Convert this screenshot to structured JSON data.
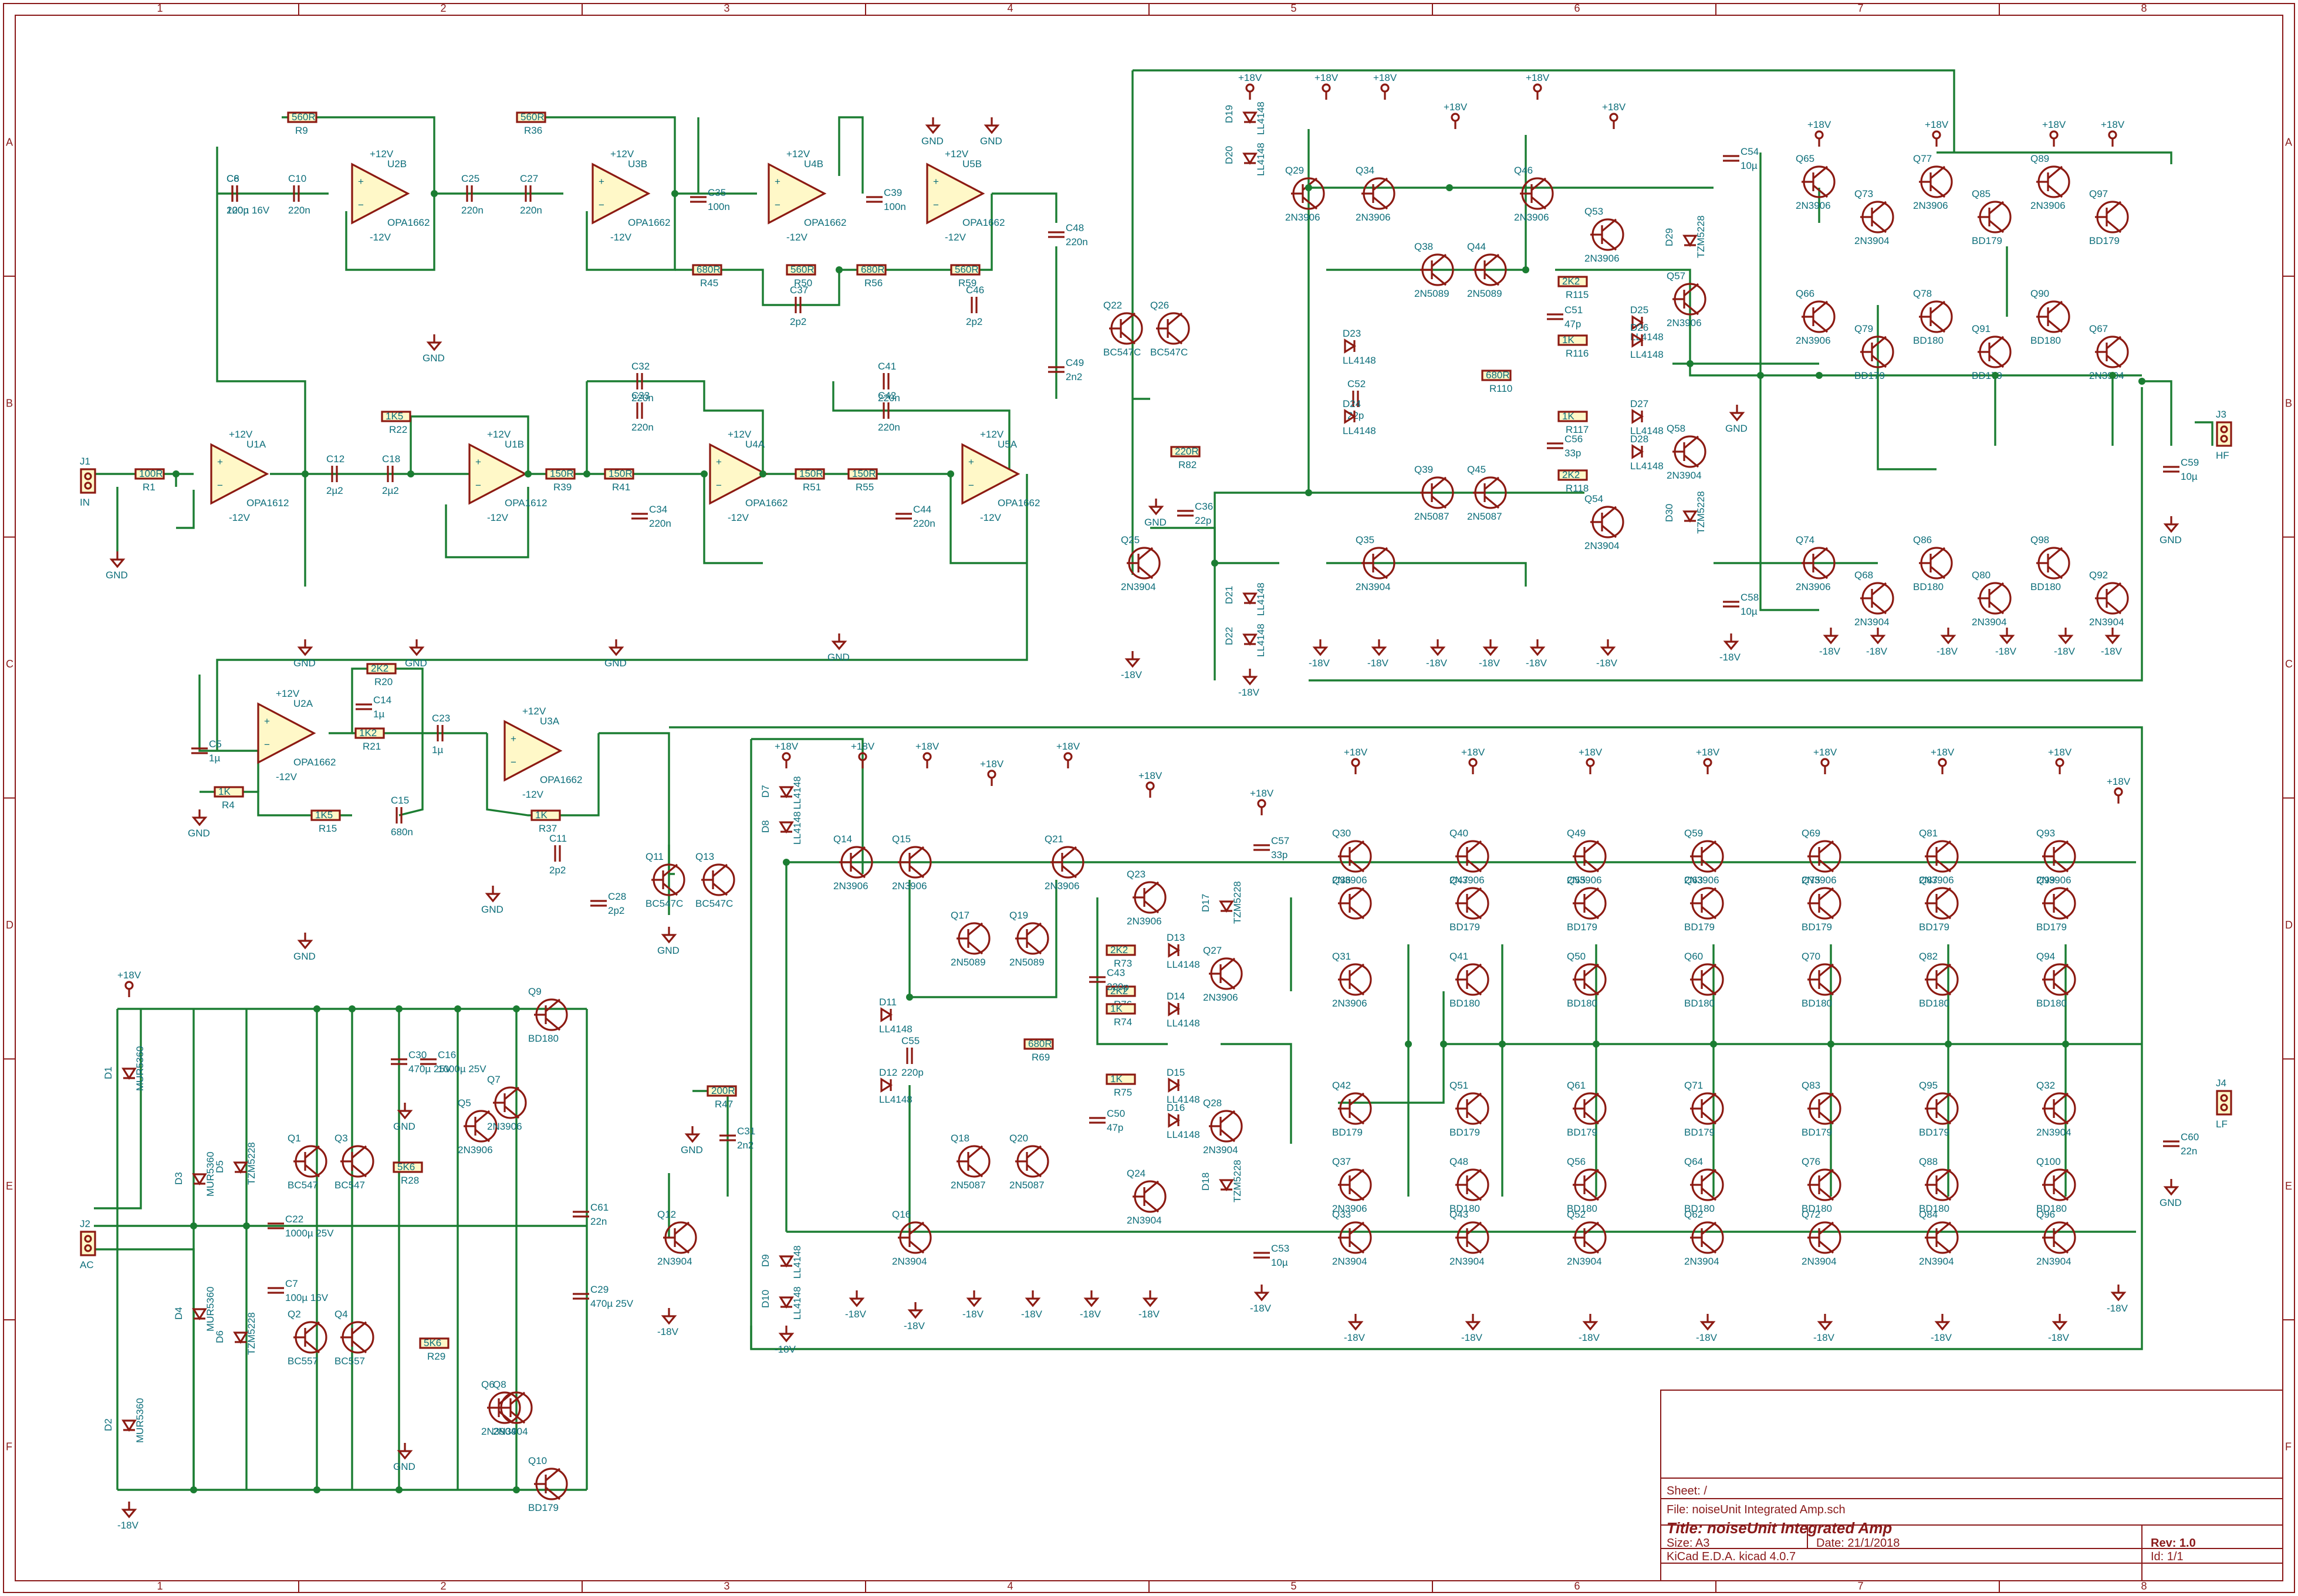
{
  "grid": {
    "columns": [
      "1",
      "2",
      "3",
      "4",
      "5",
      "6",
      "7",
      "8"
    ],
    "rows": [
      "A",
      "B",
      "C",
      "D",
      "E",
      "F"
    ]
  },
  "title_block": {
    "sheet": "Sheet: /",
    "file": "File: noiseUnit Integrated Amp.sch",
    "title": "Title: noiseUnit Integrated Amp",
    "size": "Size: A3",
    "date": "Date: 21/1/2018",
    "rev": "Rev: 1.0",
    "tool": "KiCad E.D.A.  kicad 4.0.7",
    "id": "Id: 1/1"
  },
  "connectors": [
    {
      "ref": "J1",
      "name": "IN"
    },
    {
      "ref": "J2",
      "name": "AC"
    },
    {
      "ref": "J3",
      "name": "HF"
    },
    {
      "ref": "J4",
      "name": "LF"
    }
  ],
  "opamps": [
    {
      "ref": "U1A",
      "value": "OPA1612"
    },
    {
      "ref": "U1B",
      "value": "OPA1612"
    },
    {
      "ref": "U2A",
      "value": "OPA1662"
    },
    {
      "ref": "U2B",
      "value": "OPA1662"
    },
    {
      "ref": "U3A",
      "value": "OPA1662"
    },
    {
      "ref": "U3B",
      "value": "OPA1662"
    },
    {
      "ref": "U4A",
      "value": "OPA1662"
    },
    {
      "ref": "U4B",
      "value": "OPA1662"
    },
    {
      "ref": "U5A",
      "value": "OPA1662"
    },
    {
      "ref": "U5B",
      "value": "OPA1662"
    }
  ],
  "resistors": [
    {
      "ref": "R1",
      "value": "100R"
    },
    {
      "ref": "R9",
      "value": "560R"
    },
    {
      "ref": "R36",
      "value": "560R"
    },
    {
      "ref": "R22",
      "value": "1K5"
    },
    {
      "ref": "R39",
      "value": "150R"
    },
    {
      "ref": "R41",
      "value": "150R"
    },
    {
      "ref": "R51",
      "value": "150R"
    },
    {
      "ref": "R55",
      "value": "150R"
    },
    {
      "ref": "R45",
      "value": "680R"
    },
    {
      "ref": "R50",
      "value": "560R"
    },
    {
      "ref": "R56",
      "value": "680R"
    },
    {
      "ref": "R59",
      "value": "560R"
    },
    {
      "ref": "R20",
      "value": "2K2"
    },
    {
      "ref": "R21",
      "value": "1K2"
    },
    {
      "ref": "R15",
      "value": "1K5"
    },
    {
      "ref": "R4",
      "value": "1K"
    },
    {
      "ref": "R37",
      "value": "1K"
    },
    {
      "ref": "R47",
      "value": "200R"
    },
    {
      "ref": "R69",
      "value": "680R"
    },
    {
      "ref": "R110",
      "value": "680R"
    },
    {
      "ref": "R82",
      "value": "220R"
    },
    {
      "ref": "R28",
      "value": "5K6"
    },
    {
      "ref": "R29",
      "value": "5K6"
    },
    {
      "ref": "R73",
      "value": "2K2"
    },
    {
      "ref": "R76",
      "value": "2K2"
    },
    {
      "ref": "R74",
      "value": "1K"
    },
    {
      "ref": "R75",
      "value": "1K"
    },
    {
      "ref": "R115",
      "value": "2K2"
    },
    {
      "ref": "R116",
      "value": "1K"
    },
    {
      "ref": "R117",
      "value": "1K"
    },
    {
      "ref": "R118",
      "value": "2K2"
    }
  ],
  "capacitors": [
    {
      "ref": "C6",
      "value": "220n"
    },
    {
      "ref": "C10",
      "value": "220n"
    },
    {
      "ref": "C25",
      "value": "220n"
    },
    {
      "ref": "C27",
      "value": "220n"
    },
    {
      "ref": "C35",
      "value": "100n"
    },
    {
      "ref": "C39",
      "value": "100n"
    },
    {
      "ref": "C37",
      "value": "2p2"
    },
    {
      "ref": "C46",
      "value": "2p2"
    },
    {
      "ref": "C48",
      "value": "220n"
    },
    {
      "ref": "C49",
      "value": "2n2"
    },
    {
      "ref": "C12",
      "value": "2µ2"
    },
    {
      "ref": "C18",
      "value": "2µ2"
    },
    {
      "ref": "C32",
      "value": "220n"
    },
    {
      "ref": "C33",
      "value": "220n"
    },
    {
      "ref": "C34",
      "value": "220n"
    },
    {
      "ref": "C41",
      "value": "220n"
    },
    {
      "ref": "C42",
      "value": "220n"
    },
    {
      "ref": "C44",
      "value": "220n"
    },
    {
      "ref": "C5",
      "value": "1µ"
    },
    {
      "ref": "C14",
      "value": "1µ"
    },
    {
      "ref": "C23",
      "value": "1µ"
    },
    {
      "ref": "C15",
      "value": "680n"
    },
    {
      "ref": "C11",
      "value": "2p2"
    },
    {
      "ref": "C28",
      "value": "2p2"
    },
    {
      "ref": "C31",
      "value": "2n2"
    },
    {
      "ref": "C36",
      "value": "22p"
    },
    {
      "ref": "C52",
      "value": "22p"
    },
    {
      "ref": "C55",
      "value": "220p"
    },
    {
      "ref": "C43",
      "value": "220p"
    },
    {
      "ref": "C50",
      "value": "47p"
    },
    {
      "ref": "C51",
      "value": "47p"
    },
    {
      "ref": "C56",
      "value": "33p"
    },
    {
      "ref": "C57",
      "value": "33p"
    },
    {
      "ref": "C53",
      "value": "10µ"
    },
    {
      "ref": "C54",
      "value": "10µ"
    },
    {
      "ref": "C58",
      "value": "10µ"
    },
    {
      "ref": "C59",
      "value": "10µ"
    },
    {
      "ref": "C60",
      "value": "22n"
    },
    {
      "ref": "C61",
      "value": "22n"
    },
    {
      "ref": "C29",
      "value": "470µ 25V"
    },
    {
      "ref": "C30",
      "value": "470µ 25V"
    },
    {
      "ref": "C16",
      "value": "1000µ 25V"
    },
    {
      "ref": "C22",
      "value": "1000µ 25V"
    },
    {
      "ref": "C7",
      "value": "100µ 16V"
    },
    {
      "ref": "C8",
      "value": "100µ 16V"
    }
  ],
  "transistors": [
    {
      "ref": "Q22",
      "value": "BC547C"
    },
    {
      "ref": "Q26",
      "value": "BC547C"
    },
    {
      "ref": "Q11",
      "value": "BC547C"
    },
    {
      "ref": "Q13",
      "value": "BC547C"
    },
    {
      "ref": "Q25",
      "value": "2N3904"
    },
    {
      "ref": "Q12",
      "value": "2N3904"
    },
    {
      "ref": "Q29",
      "value": "2N3906"
    },
    {
      "ref": "Q34",
      "value": "2N3906"
    },
    {
      "ref": "Q46",
      "value": "2N3906"
    },
    {
      "ref": "Q53",
      "value": "2N3906"
    },
    {
      "ref": "Q38",
      "value": "2N5089"
    },
    {
      "ref": "Q44",
      "value": "2N5089"
    },
    {
      "ref": "Q39",
      "value": "2N5087"
    },
    {
      "ref": "Q45",
      "value": "2N5087"
    },
    {
      "ref": "Q35",
      "value": "2N3904"
    },
    {
      "ref": "Q54",
      "value": "2N3904"
    },
    {
      "ref": "Q57",
      "value": "2N3906"
    },
    {
      "ref": "Q58",
      "value": "2N3904"
    },
    {
      "ref": "Q14",
      "value": "2N3906"
    },
    {
      "ref": "Q15",
      "value": "2N3906"
    },
    {
      "ref": "Q21",
      "value": "2N3906"
    },
    {
      "ref": "Q17",
      "value": "2N5089"
    },
    {
      "ref": "Q19",
      "value": "2N5089"
    },
    {
      "ref": "Q18",
      "value": "2N5087"
    },
    {
      "ref": "Q20",
      "value": "2N5087"
    },
    {
      "ref": "Q16",
      "value": "2N3904"
    },
    {
      "ref": "Q23",
      "value": "2N3906"
    },
    {
      "ref": "Q24",
      "value": "2N3904"
    },
    {
      "ref": "Q27",
      "value": "2N3906"
    },
    {
      "ref": "Q28",
      "value": "2N3904"
    },
    {
      "ref": "Q1",
      "value": "BC547"
    },
    {
      "ref": "Q3",
      "value": "BC547"
    },
    {
      "ref": "Q2",
      "value": "BC557"
    },
    {
      "ref": "Q4",
      "value": "BC557"
    },
    {
      "ref": "Q5",
      "value": "2N3906"
    },
    {
      "ref": "Q6",
      "value": "2N3904"
    },
    {
      "ref": "Q7",
      "value": "2N3906"
    },
    {
      "ref": "Q8",
      "value": "2N3904"
    },
    {
      "ref": "Q9",
      "value": "BD180"
    },
    {
      "ref": "Q10",
      "value": "BD179"
    }
  ],
  "diodes": [
    {
      "ref": "D1",
      "value": "MUR5360"
    },
    {
      "ref": "D2",
      "value": "MUR5360"
    },
    {
      "ref": "D3",
      "value": "MUR5360"
    },
    {
      "ref": "D4",
      "value": "MUR5360"
    },
    {
      "ref": "D5",
      "value": "TZM5228"
    },
    {
      "ref": "D6",
      "value": "TZM5228"
    },
    {
      "ref": "D17",
      "value": "TZM5228"
    },
    {
      "ref": "D18",
      "value": "TZM5228"
    },
    {
      "ref": "D29",
      "value": "TZM5228"
    },
    {
      "ref": "D30",
      "value": "TZM5228"
    },
    {
      "ref": "D19",
      "value": "LL4148"
    },
    {
      "ref": "D20",
      "value": "LL4148"
    },
    {
      "ref": "D21",
      "value": "LL4148"
    },
    {
      "ref": "D22",
      "value": "LL4148"
    },
    {
      "ref": "D23",
      "value": "LL4148"
    },
    {
      "ref": "D24",
      "value": "LL4148"
    },
    {
      "ref": "D25",
      "value": "LL4148"
    },
    {
      "ref": "D26",
      "value": "LL4148"
    },
    {
      "ref": "D27",
      "value": "LL4148"
    },
    {
      "ref": "D28",
      "value": "LL4148"
    },
    {
      "ref": "D7",
      "value": "LL4148"
    },
    {
      "ref": "D8",
      "value": "LL4148"
    },
    {
      "ref": "D9",
      "value": "LL4148"
    },
    {
      "ref": "D10",
      "value": "LL4148"
    },
    {
      "ref": "D11",
      "value": "LL4148"
    },
    {
      "ref": "D12",
      "value": "LL4148"
    },
    {
      "ref": "D13",
      "value": "LL4148"
    },
    {
      "ref": "D14",
      "value": "LL4148"
    },
    {
      "ref": "D15",
      "value": "LL4148"
    },
    {
      "ref": "D16",
      "value": "LL4148"
    }
  ],
  "hf_output_stage": {
    "top_row": [
      {
        "ref": "Q65",
        "value": "2N3906"
      },
      {
        "ref": "Q77",
        "value": "2N3906"
      },
      {
        "ref": "Q89",
        "value": "2N3906"
      },
      {
        "ref": "Q73",
        "value": "2N3904"
      },
      {
        "ref": "Q85",
        "value": "BD179"
      },
      {
        "ref": "Q97",
        "value": "BD179"
      }
    ],
    "mid_row": [
      {
        "ref": "Q66",
        "value": "2N3906"
      },
      {
        "ref": "Q78",
        "value": "BD180"
      },
      {
        "ref": "Q90",
        "value": "BD180"
      },
      {
        "ref": "Q79",
        "value": "BD179"
      },
      {
        "ref": "Q91",
        "value": "BD179"
      },
      {
        "ref": "Q67",
        "value": "2N3904"
      }
    ],
    "bottom_row": [
      {
        "ref": "Q74",
        "value": "2N3906"
      },
      {
        "ref": "Q86",
        "value": "BD180"
      },
      {
        "ref": "Q98",
        "value": "BD180"
      },
      {
        "ref": "Q68",
        "value": "2N3904"
      },
      {
        "ref": "Q80",
        "value": "2N3904"
      },
      {
        "ref": "Q92",
        "value": "2N3904"
      }
    ]
  },
  "lf_output_stage": {
    "top_row": [
      {
        "ref": "Q30",
        "value": "2N3906"
      },
      {
        "ref": "Q40",
        "value": "2N3906"
      },
      {
        "ref": "Q49",
        "value": "2N3906"
      },
      {
        "ref": "Q59",
        "value": "2N3906"
      },
      {
        "ref": "Q69",
        "value": "2N3906"
      },
      {
        "ref": "Q81",
        "value": "2N3906"
      },
      {
        "ref": "Q93",
        "value": "2N3906"
      }
    ],
    "upper_drivers": [
      {
        "ref": "Q36",
        "value": ""
      },
      {
        "ref": "Q47",
        "value": "BD179"
      },
      {
        "ref": "Q55",
        "value": "BD179"
      },
      {
        "ref": "Q63",
        "value": "BD179"
      },
      {
        "ref": "Q75",
        "value": "BD179"
      },
      {
        "ref": "Q87",
        "value": "BD179"
      },
      {
        "ref": "Q99",
        "value": "BD179"
      }
    ],
    "upper_outputs": [
      {
        "ref": "Q31",
        "value": "2N3906"
      },
      {
        "ref": "Q41",
        "value": "BD180"
      },
      {
        "ref": "Q50",
        "value": "BD180"
      },
      {
        "ref": "Q60",
        "value": "BD180"
      },
      {
        "ref": "Q70",
        "value": "BD180"
      },
      {
        "ref": "Q82",
        "value": "BD180"
      },
      {
        "ref": "Q94",
        "value": "BD180"
      }
    ],
    "lower_outputs": [
      {
        "ref": "Q42",
        "value": "BD179"
      },
      {
        "ref": "Q51",
        "value": "BD179"
      },
      {
        "ref": "Q61",
        "value": "BD179"
      },
      {
        "ref": "Q71",
        "value": "BD179"
      },
      {
        "ref": "Q83",
        "value": "BD179"
      },
      {
        "ref": "Q95",
        "value": "BD179"
      },
      {
        "ref": "Q32",
        "value": "2N3904"
      }
    ],
    "lower_drivers": [
      {
        "ref": "Q37",
        "value": "2N3906"
      },
      {
        "ref": "Q48",
        "value": "BD180"
      },
      {
        "ref": "Q56",
        "value": "BD180"
      },
      {
        "ref": "Q64",
        "value": "BD180"
      },
      {
        "ref": "Q76",
        "value": "BD180"
      },
      {
        "ref": "Q88",
        "value": "BD180"
      },
      {
        "ref": "Q100",
        "value": "BD180"
      }
    ],
    "bottom_row": [
      {
        "ref": "Q33",
        "value": "2N3904"
      },
      {
        "ref": "Q43",
        "value": "2N3904"
      },
      {
        "ref": "Q52",
        "value": "2N3904"
      },
      {
        "ref": "Q62",
        "value": "2N3904"
      },
      {
        "ref": "Q72",
        "value": "2N3904"
      },
      {
        "ref": "Q84",
        "value": "2N3904"
      },
      {
        "ref": "Q96",
        "value": "2N3904"
      }
    ]
  },
  "rails": {
    "pos12": "+12V",
    "neg12": "-12V",
    "pos18": "+18V",
    "neg18": "-18V",
    "gnd": "GND"
  }
}
